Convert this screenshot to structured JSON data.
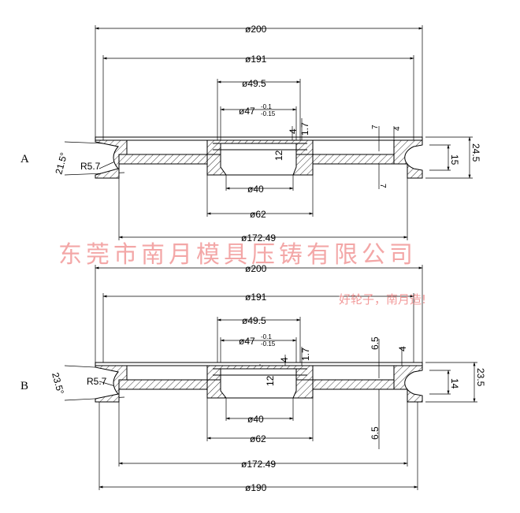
{
  "watermark": "东莞市南月模具压铸有限公司",
  "slogan": "好轮子，南月造!",
  "view_a": {
    "label": "A",
    "d200": "ø200",
    "d191": "ø191",
    "d49_5": "ø49.5",
    "d47": "ø47",
    "tol_upper": "-0.1",
    "tol_lower": "-0.15",
    "d40": "ø40",
    "d62": "ø62",
    "d172_49": "ø172.49",
    "v1_7": "1.7",
    "v4_hub": "4",
    "v12": "12",
    "v7_top": "7",
    "v4_rim": "4",
    "v7_bot": "7",
    "v15": "15",
    "v24_5": "24.5",
    "angle": "21.5°",
    "radius": "R5.7"
  },
  "view_b": {
    "label": "B",
    "d200": "ø200",
    "d191": "ø191",
    "d49_5": "ø49.5",
    "d47": "ø47",
    "tol_upper": "-0.1",
    "tol_lower": "-0.15",
    "d40": "ø40",
    "d62": "ø62",
    "d172_49": "ø172.49",
    "d190": "ø190",
    "v1_7": "1.7",
    "v4_hub": "4",
    "v12": "12",
    "v6_5_top": "6.5",
    "v4_rim": "4",
    "v6_5_bot": "6.5",
    "v14": "14",
    "v23_5": "23.5",
    "angle": "23.5°",
    "radius": "R5.7"
  }
}
